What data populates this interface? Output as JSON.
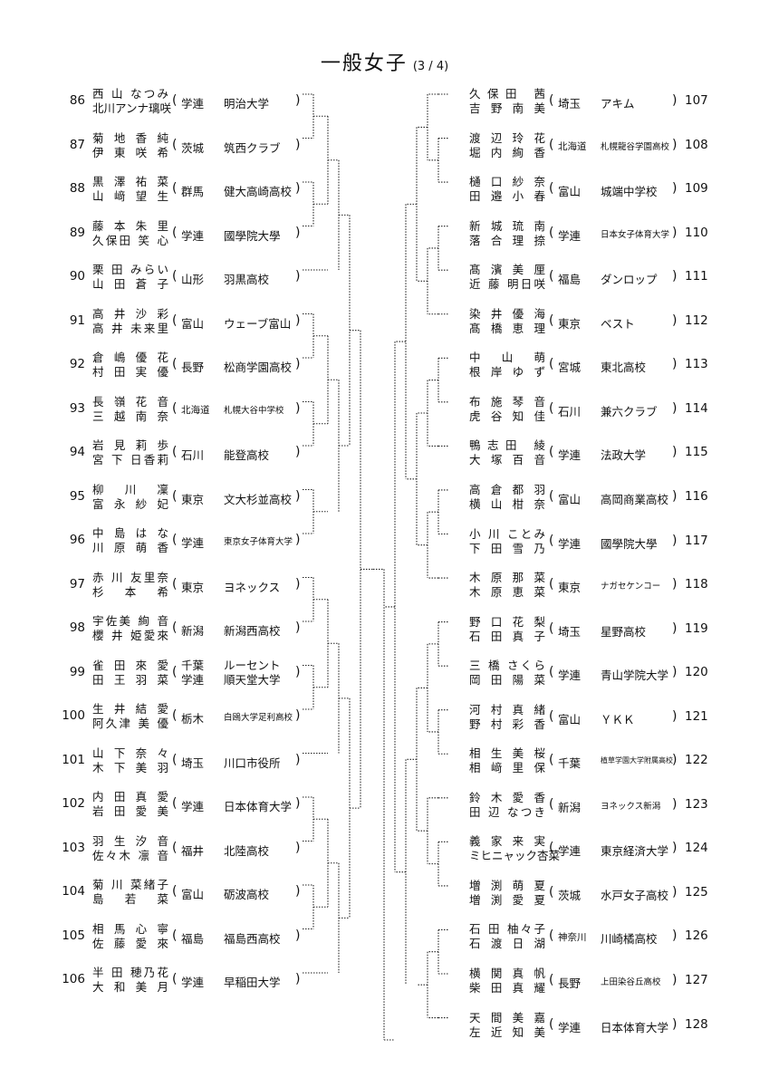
{
  "title": "一般女子",
  "subtitle": "(3 / 4)",
  "left": [
    {
      "num": "86",
      "p1": "西 山 なつみ",
      "p2": "北川アンナ璃咲",
      "pref": "学連",
      "team": "明治大学"
    },
    {
      "num": "87",
      "p1": "菊 地 香 純",
      "p2": "伊 東 咲 希",
      "pref": "茨城",
      "team": "筑西クラブ"
    },
    {
      "num": "88",
      "p1": "黒 澤 祐 菜",
      "p2": "山 﨑 望 生",
      "pref": "群馬",
      "team": "健大高崎高校"
    },
    {
      "num": "89",
      "p1": "藤 本 朱 里",
      "p2": "久保田 笑 心",
      "pref": "学連",
      "team": "國學院大學"
    },
    {
      "num": "90",
      "p1": "栗 田 みらい",
      "p2": "山 田 蒼 子",
      "pref": "山形",
      "team": "羽黒高校"
    },
    {
      "num": "91",
      "p1": "高 井 沙 彩",
      "p2": "高 井 未来里",
      "pref": "富山",
      "team": "ウェーブ富山"
    },
    {
      "num": "92",
      "p1": "倉 嶋 優 花",
      "p2": "村 田 実 優",
      "pref": "長野",
      "team": "松商学園高校"
    },
    {
      "num": "93",
      "p1": "長 嶺 花 音",
      "p2": "三 越 南 奈",
      "pref": "北海道",
      "team": "札幌大谷中学校"
    },
    {
      "num": "94",
      "p1": "岩 見 莉 歩",
      "p2": "宮 下 日香莉",
      "pref": "石川",
      "team": "能登高校"
    },
    {
      "num": "95",
      "p1": "柳 川 凜",
      "p2": "富 永 紗 妃",
      "pref": "東京",
      "team": "文大杉並高校"
    },
    {
      "num": "96",
      "p1": "中 島 は な",
      "p2": "川 原 萌 香",
      "pref": "学連",
      "team": "東京女子体育大学"
    },
    {
      "num": "97",
      "p1": "赤 川 友里奈",
      "p2": "杉 本 希",
      "pref": "東京",
      "team": "ヨネックス"
    },
    {
      "num": "98",
      "p1": "宇佐美 絢 音",
      "p2": "櫻 井 姫愛來",
      "pref": "新潟",
      "team": "新潟西高校"
    },
    {
      "num": "99",
      "p1": "雀 田 來 愛",
      "p2": "田 王 羽 菜",
      "pref": "千葉",
      "pref2": "学連",
      "team": "ルーセント",
      "team2": "順天堂大学"
    },
    {
      "num": "100",
      "p1": "生 井 結 愛",
      "p2": "阿久津 美 優",
      "pref": "栃木",
      "team": "白鴎大学足利高校"
    },
    {
      "num": "101",
      "p1": "山 下 奈 々",
      "p2": "木 下 美 羽",
      "pref": "埼玉",
      "team": "川口市役所"
    },
    {
      "num": "102",
      "p1": "内 田 真 愛",
      "p2": "岩 田 愛 美",
      "pref": "学連",
      "team": "日本体育大学"
    },
    {
      "num": "103",
      "p1": "羽 生 汐 音",
      "p2": "佐々木 凛 音",
      "pref": "福井",
      "team": "北陸高校"
    },
    {
      "num": "104",
      "p1": "菊 川 菜緒子",
      "p2": "島 若 菜",
      "pref": "富山",
      "team": "砺波高校"
    },
    {
      "num": "105",
      "p1": "相 馬 心 寧",
      "p2": "佐 藤 愛 來",
      "pref": "福島",
      "team": "福島西高校"
    },
    {
      "num": "106",
      "p1": "半 田 穂乃花",
      "p2": "大 和 美 月",
      "pref": "学連",
      "team": "早稲田大学"
    }
  ],
  "right": [
    {
      "num": "107",
      "p1": "久保田 茜",
      "p2": "吉 野 南 美",
      "pref": "埼玉",
      "team": "アキム"
    },
    {
      "num": "108",
      "p1": "渡 辺 玲 花",
      "p2": "堀 内 絢 香",
      "pref": "北海道",
      "team": "札幌龍谷学園高校"
    },
    {
      "num": "109",
      "p1": "樋 口 紗 奈",
      "p2": "田 邉 小 春",
      "pref": "富山",
      "team": "城端中学校"
    },
    {
      "num": "110",
      "p1": "新 城 琉 南",
      "p2": "落 合 理 捺",
      "pref": "学連",
      "team": "日本女子体育大学"
    },
    {
      "num": "111",
      "p1": "髙 濱 美 厘",
      "p2": "近 藤 明日咲",
      "pref": "福島",
      "team": "ダンロップ"
    },
    {
      "num": "112",
      "p1": "染 井 優 海",
      "p2": "髙 橋 恵 理",
      "pref": "東京",
      "team": "ベスト"
    },
    {
      "num": "113",
      "p1": "中 山 萌",
      "p2": "根 岸 ゆ ず",
      "pref": "宮城",
      "team": "東北高校"
    },
    {
      "num": "114",
      "p1": "布 施 琴 音",
      "p2": "虎 谷 知 佳",
      "pref": "石川",
      "team": "兼六クラブ"
    },
    {
      "num": "115",
      "p1": "鴨志田 綾",
      "p2": "大 塚 百 音",
      "pref": "学連",
      "team": "法政大学"
    },
    {
      "num": "116",
      "p1": "高 倉 都 羽",
      "p2": "横 山 柑 奈",
      "pref": "富山",
      "team": "高岡商業高校"
    },
    {
      "num": "117",
      "p1": "小 川 ことみ",
      "p2": "下 田 雪 乃",
      "pref": "学連",
      "team": "國學院大學"
    },
    {
      "num": "118",
      "p1": "木 原 那 菜",
      "p2": "木 原 恵 菜",
      "pref": "東京",
      "team": "ナガセケンコー"
    },
    {
      "num": "119",
      "p1": "野 口 花 梨",
      "p2": "石 田 真 子",
      "pref": "埼玉",
      "team": "星野高校"
    },
    {
      "num": "120",
      "p1": "三 橋 さくら",
      "p2": "岡 田 陽 菜",
      "pref": "学連",
      "team": "青山学院大学"
    },
    {
      "num": "121",
      "p1": "河 村 真 緒",
      "p2": "野 村 彩 香",
      "pref": "富山",
      "team": "ＹＫＫ"
    },
    {
      "num": "122",
      "p1": "相 生 美 桜",
      "p2": "相 﨑 里 保",
      "pref": "千葉",
      "team": "植草学園大学附属高校"
    },
    {
      "num": "123",
      "p1": "鈴 木 愛 香",
      "p2": "田 辺 なつき",
      "pref": "新潟",
      "team": "ヨネックス新潟"
    },
    {
      "num": "124",
      "p1": "義 家 来 実",
      "p2": "ミヒニャック杏菜",
      "pref": "学連",
      "team": "東京経済大学"
    },
    {
      "num": "125",
      "p1": "増 渕 萌 夏",
      "p2": "増 渕 愛 夏",
      "pref": "茨城",
      "team": "水戸女子高校"
    },
    {
      "num": "126",
      "p1": "石 田 柚々子",
      "p2": "石 渡 日 湖",
      "pref": "神奈川",
      "team": "川崎橘高校"
    },
    {
      "num": "127",
      "p1": "横 関 真 帆",
      "p2": "柴 田 真 耀",
      "pref": "長野",
      "team": "上田染谷丘高校"
    },
    {
      "num": "128",
      "p1": "天 間 美 嘉",
      "p2": "左 近 知 美",
      "pref": "学連",
      "team": "日本体育大学"
    }
  ]
}
